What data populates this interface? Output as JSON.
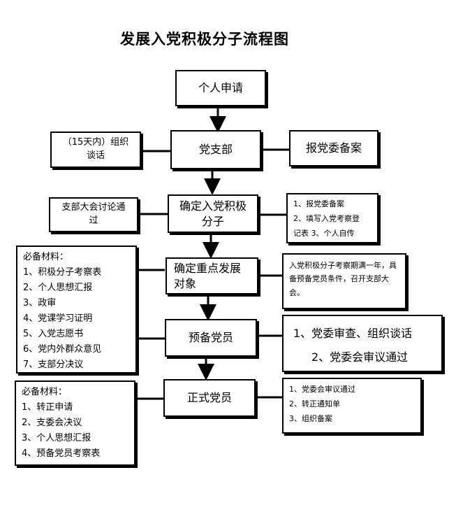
{
  "title": "发展入党积极分子流程图",
  "main_steps": [
    {
      "label": "个人申请"
    },
    {
      "label": "党支部"
    },
    {
      "label": "确定入党积极分子"
    },
    {
      "label": "确定重点发展对象"
    },
    {
      "label": "预备党员"
    },
    {
      "label": "正式党员"
    }
  ],
  "left_notes": {
    "talk": "（15天内）组织谈话",
    "meeting": "支部大会讨论通过",
    "materials1": {
      "heading": "必备材料：",
      "items": [
        "1、积极分子考察表",
        "2、个人思想汇报",
        "3、政审",
        "4、党课学习证明",
        "5、入党志愿书",
        "6、党内外群众意见",
        "7、支部分决议"
      ]
    },
    "materials2": {
      "heading": "必备材料：",
      "items": [
        "1、转正申请",
        "2、支委会决议",
        "3、个人思想汇报",
        "4、预备党员考察表"
      ]
    }
  },
  "right_notes": {
    "filing": "报党委备案",
    "activist_steps": [
      "1、报党委备案",
      "2、填写入党考察登",
      "记表 3、个人自传"
    ],
    "key_target": "入党积极分子考察期满一年，具备预备党员条件，召开支部大会。",
    "probation": [
      "1、党委审查、组织谈话",
      "2、党委会审议通过"
    ],
    "formal": [
      "1、党委会审议通过",
      "2、转正通知单",
      "3、组织备案"
    ]
  }
}
